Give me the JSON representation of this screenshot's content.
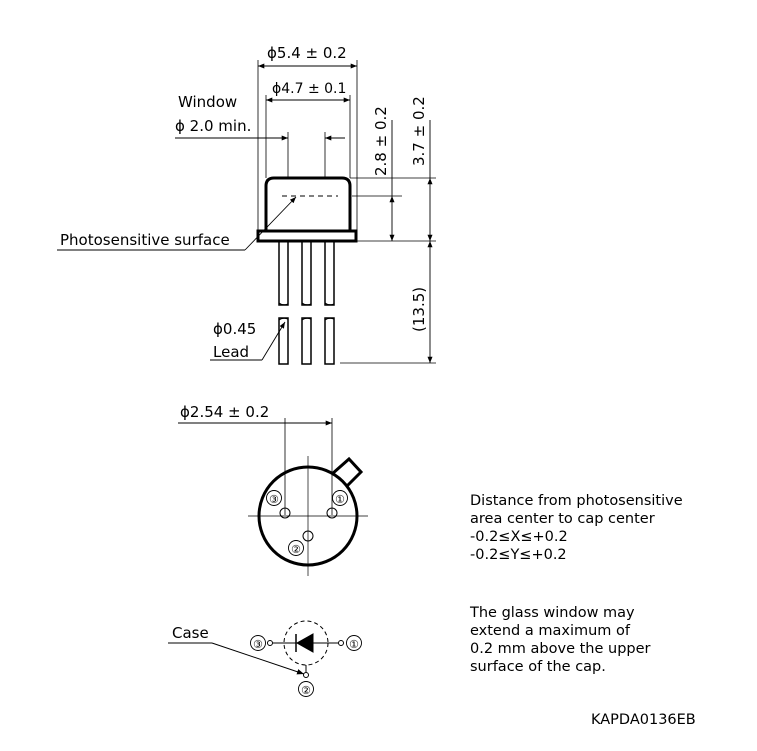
{
  "dimensions": {
    "cap_outer_diameter": "ϕ5.4 ± 0.2",
    "cap_inner_diameter": "ϕ4.7 ± 0.1",
    "window_label": "Window",
    "window_diameter": "ϕ 2.0 min.",
    "window_height": "2.8 ± 0.2",
    "cap_height": "3.7 ± 0.2",
    "lead_length": "(13.5)",
    "lead_diameter": "ϕ0.45",
    "lead_label": "Lead",
    "photosensitive_surface": "Photosensitive surface",
    "pin_circle_diameter": "ϕ2.54 ± 0.2",
    "case_label": "Case"
  },
  "pins": {
    "pin1": "①",
    "pin2": "②",
    "pin3": "③"
  },
  "notes": {
    "distance": [
      "Distance from photosensitive",
      "area center to cap center",
      "-0.2≤X≤+0.2",
      "-0.2≤Y≤+0.2"
    ],
    "glass": [
      "The glass window may",
      "extend a maximum of",
      "0.2 mm above the upper",
      "surface of the cap."
    ]
  },
  "drawing_code": "KAPDA0136EB"
}
